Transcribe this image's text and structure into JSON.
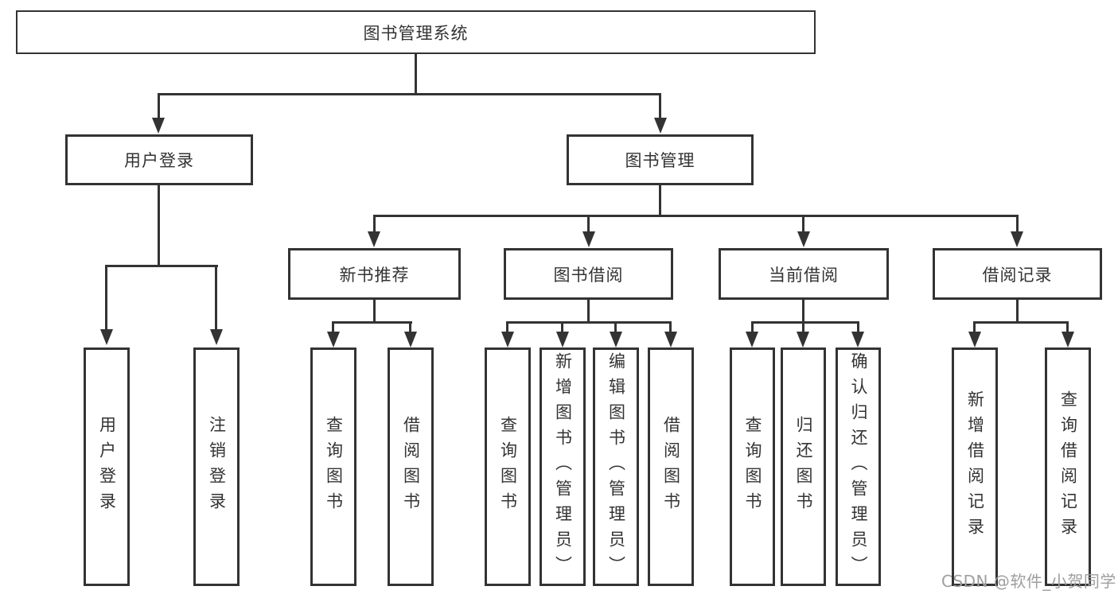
{
  "tree": {
    "root": {
      "label": "图书管理系统"
    },
    "branches": [
      {
        "label": "用户登录",
        "children": [
          {
            "label": "用户登录"
          },
          {
            "label": "注销登录"
          }
        ]
      },
      {
        "label": "图书管理",
        "children": [
          {
            "label": "新书推荐",
            "children": [
              {
                "label": "查询图书"
              },
              {
                "label": "借阅图书"
              }
            ]
          },
          {
            "label": "图书借阅",
            "children": [
              {
                "label": "查询图书"
              },
              {
                "label": "新增图书（管理员）"
              },
              {
                "label": "编辑图书（管理员）"
              },
              {
                "label": "借阅图书"
              }
            ]
          },
          {
            "label": "当前借阅",
            "children": [
              {
                "label": "查询图书"
              },
              {
                "label": "归还图书"
              },
              {
                "label": "确认归还（管理员）"
              }
            ]
          },
          {
            "label": "借阅记录",
            "children": [
              {
                "label": "新增借阅记录"
              },
              {
                "label": "查询借阅记录"
              }
            ]
          }
        ]
      }
    ]
  },
  "watermark": {
    "text": "CSDN @软件_小贺同学"
  },
  "colors": {
    "line": "#333333",
    "text": "#333333",
    "watermark": "#9e9e9e",
    "background": "#ffffff"
  }
}
